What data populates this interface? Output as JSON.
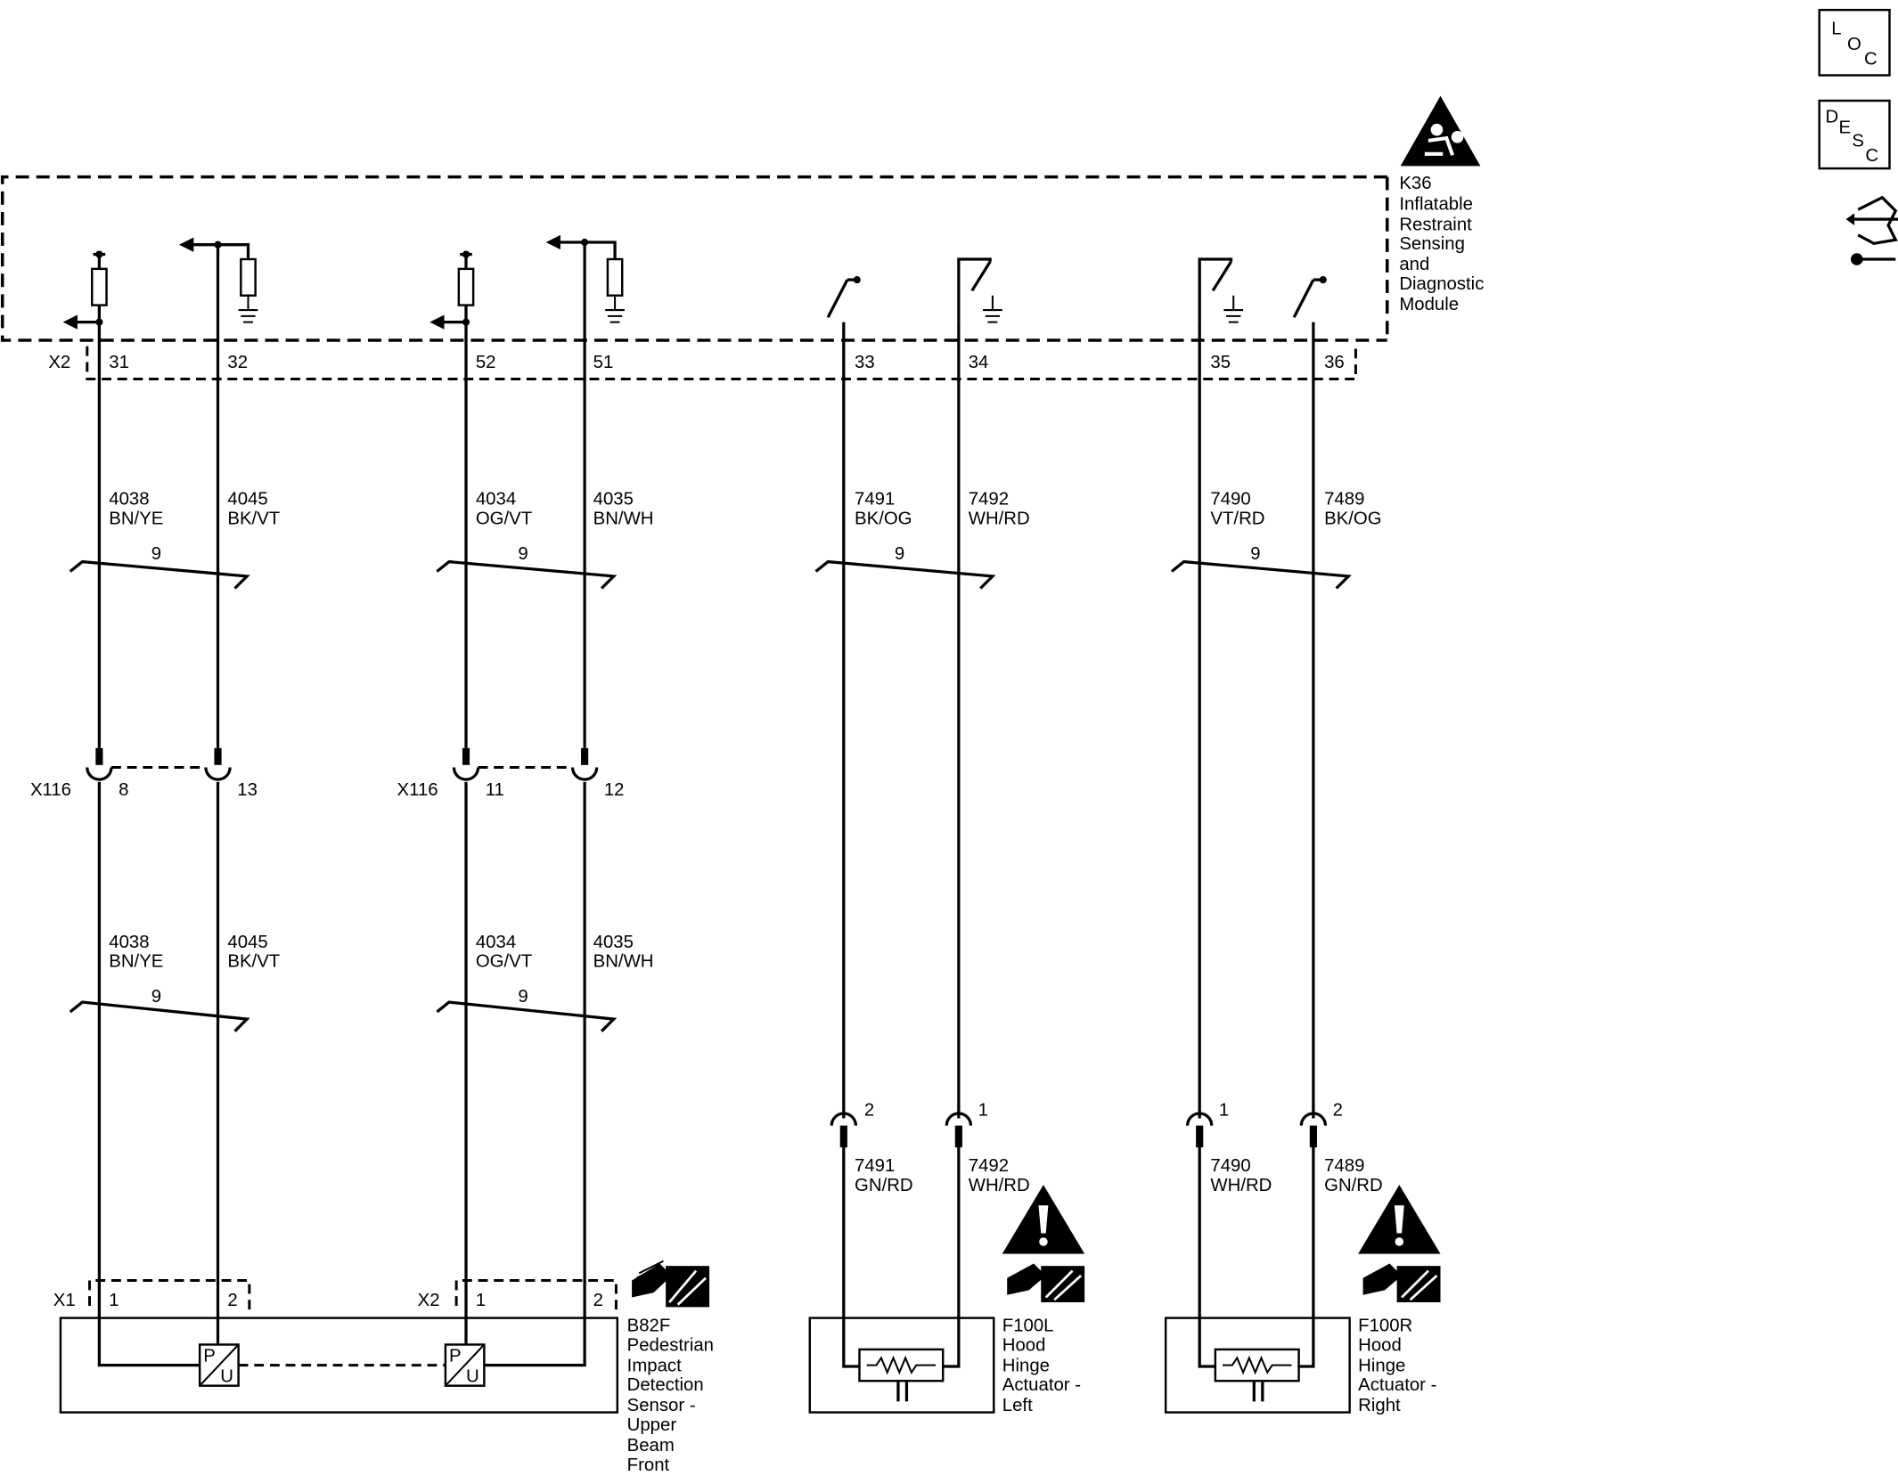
{
  "nav_icons": {
    "loc": [
      "L",
      "O",
      "C"
    ],
    "desc": [
      "D",
      "E",
      "S",
      "C"
    ],
    "connector_icon": "harness-connector-icon"
  },
  "module": {
    "lines": [
      "K36",
      "Inflatable",
      "Restraint",
      "Sensing",
      "and",
      "Diagnostic",
      "Module"
    ],
    "connector": "X2",
    "warning_icon": "airbag-warning-icon"
  },
  "pins": {
    "p31": "31",
    "p32": "32",
    "p52": "52",
    "p51": "51",
    "p33": "33",
    "p34": "34",
    "p35": "35",
    "p36": "36"
  },
  "twist_label": "9",
  "wires_upper": {
    "w1": [
      "4038",
      "BN/YE"
    ],
    "w2": [
      "4045",
      "BK/VT"
    ],
    "w3": [
      "4034",
      "OG/VT"
    ],
    "w4": [
      "4035",
      "BN/WH"
    ],
    "w5": [
      "7491",
      "BK/OG"
    ],
    "w6": [
      "7492",
      "WH/RD"
    ],
    "w7": [
      "7490",
      "VT/RD"
    ],
    "w8": [
      "7489",
      "BK/OG"
    ]
  },
  "inline_connector": {
    "name": "X116",
    "pins": [
      "8",
      "13",
      "11",
      "12"
    ]
  },
  "wires_lower": {
    "w1": [
      "4038",
      "BN/YE"
    ],
    "w2": [
      "4045",
      "BK/VT"
    ],
    "w3": [
      "4034",
      "OG/VT"
    ],
    "w4": [
      "4035",
      "BN/WH"
    ],
    "w5": [
      "7491",
      "GN/RD"
    ],
    "w6": [
      "7492",
      "WH/RD"
    ],
    "w7": [
      "7490",
      "WH/RD"
    ],
    "w8": [
      "7489",
      "GN/RD"
    ]
  },
  "actuator_pins": [
    "2",
    "1",
    "1",
    "2"
  ],
  "sensor": {
    "connectors": [
      "X1",
      "X2"
    ],
    "pins": [
      "1",
      "2",
      "1",
      "2"
    ],
    "lines": [
      "B82F",
      "Pedestrian",
      "Impact",
      "Detection",
      "Sensor -",
      "Upper",
      "Beam",
      "Front"
    ],
    "element_letters": [
      "P",
      "U"
    ]
  },
  "actuator_left": {
    "lines": [
      "F100L",
      "Hood",
      "Hinge",
      "Actuator -",
      "Left"
    ]
  },
  "actuator_right": {
    "lines": [
      "F100R",
      "Hood",
      "Hinge",
      "Actuator -",
      "Right"
    ]
  },
  "icons": [
    "airbag-warning-icon",
    "caution-icon",
    "pinch-hazard-icon"
  ]
}
